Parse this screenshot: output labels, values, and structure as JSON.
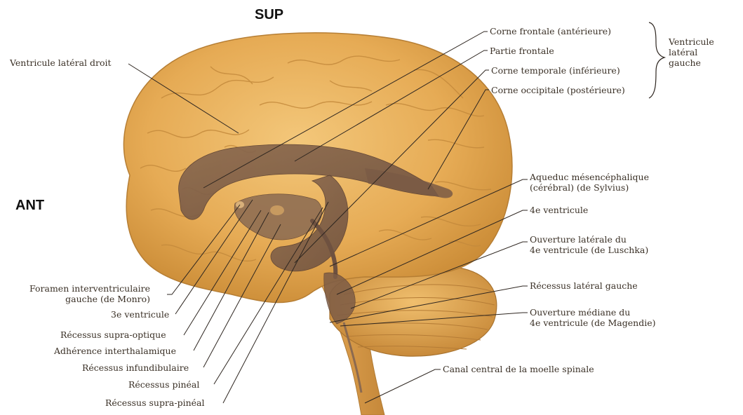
{
  "orientation": {
    "sup": "SUP",
    "ant": "ANT"
  },
  "labels": {
    "ventricule_lateral_droit": "Ventricule latéral droit",
    "corne_frontale": "Corne frontale (antérieure)",
    "partie_frontale": "Partie frontale",
    "corne_temporale": "Corne temporale (inférieure)",
    "corne_occipitale": "Corne occipitale (postérieure)",
    "ventricule_lateral_gauche": "Ventricule\nlatéral\ngauche",
    "aqueduc": "Aqueduc mésencéphalique\n(cérébral) (de Sylvius)",
    "quatrieme_ventricule": "4e ventricule",
    "ouverture_laterale": "Ouverture latérale du\n4e ventricule (de Luschka)",
    "recessus_lateral_gauche": "Récessus latéral gauche",
    "ouverture_mediane": "Ouverture médiane du\n4e ventricule (de Magendie)",
    "canal_central": "Canal central de la moelle spinale",
    "foramen": "Foramen interventriculaire\ngauche (de Monro)",
    "troisieme_ventricule": "3e ventricule",
    "recessus_supra_optique": "Récessus supra-optique",
    "adherence": "Adhérence interthalamique",
    "recessus_infundibulaire": "Récessus infundibulaire",
    "recessus_pineal": "Récessus pinéal",
    "recessus_supra_pineal": "Récessus supra-pinéal"
  }
}
